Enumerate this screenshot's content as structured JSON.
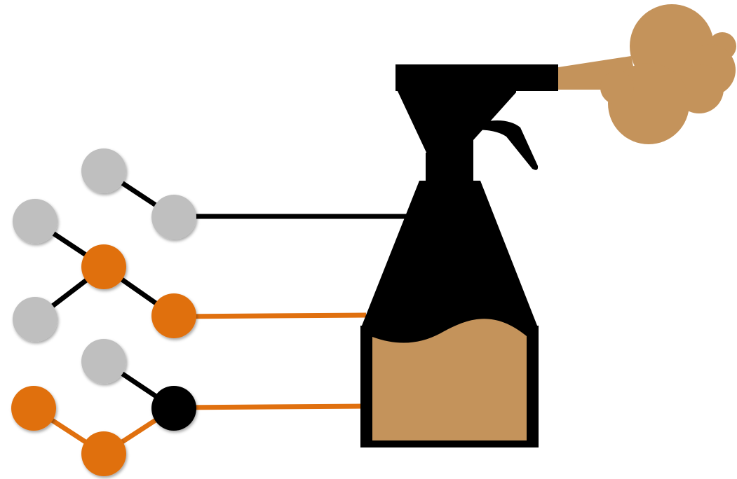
{
  "colors": {
    "background": "#ffffff",
    "bottle": "#000000",
    "liquid": "#c4935b",
    "spray": "#c4935b",
    "node_gray": "#bfbfbf",
    "node_orange": "#e0700f",
    "node_black": "#000000",
    "bond_black": "#000000",
    "bond_orange": "#e0700f",
    "link_black": "#000000",
    "link_orange": "#e0700f"
  },
  "icons": {
    "spray_bottle": "spray-bottle-icon",
    "spray_mist": "spray-cloud-icon",
    "molecule": "molecule-icon"
  },
  "molecules": [
    {
      "id": "molecule-top",
      "atoms": [
        "gray",
        "gray"
      ],
      "link_color": "black"
    },
    {
      "id": "molecule-middle",
      "atoms": [
        "gray",
        "orange",
        "gray",
        "orange"
      ],
      "link_color": "orange"
    },
    {
      "id": "molecule-bottom",
      "atoms": [
        "gray",
        "black",
        "orange",
        "orange"
      ],
      "link_color": "orange"
    }
  ]
}
